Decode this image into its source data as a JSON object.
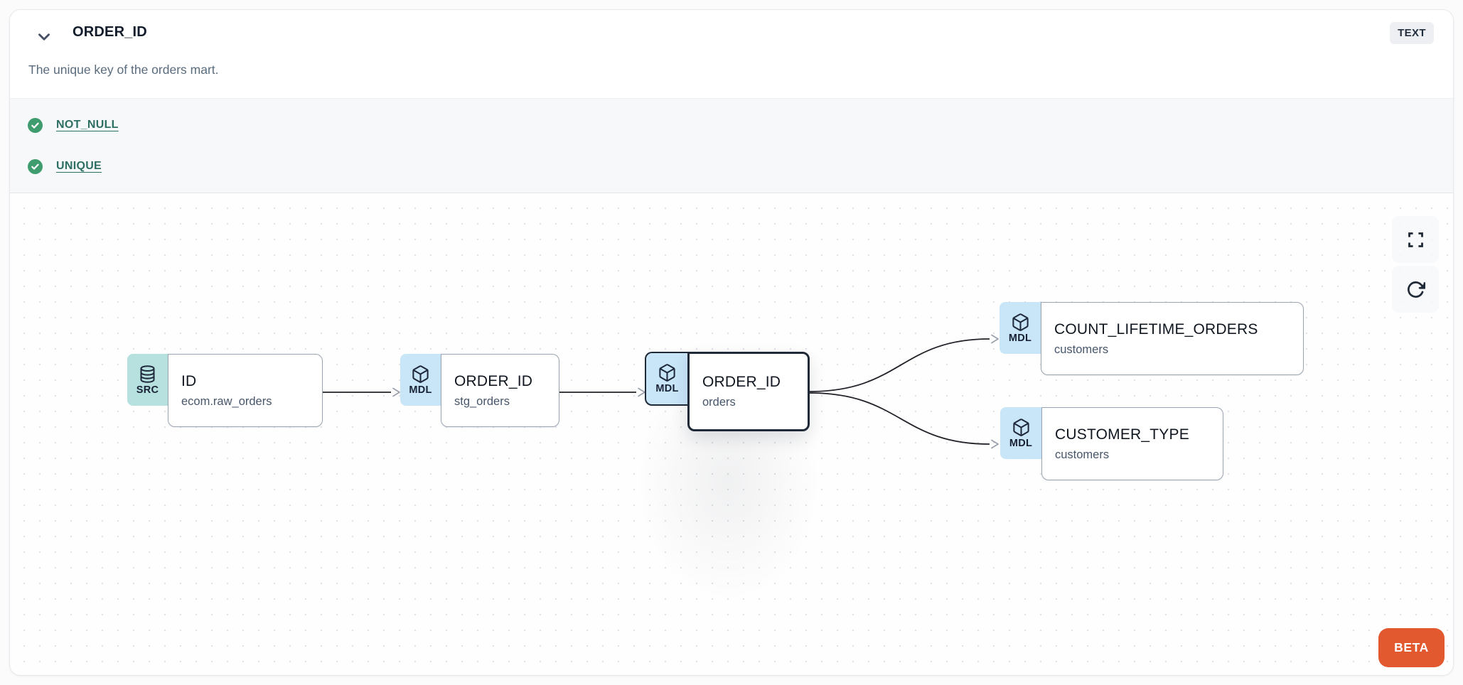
{
  "header": {
    "title": "ORDER_ID",
    "type_badge": "TEXT",
    "description": "The unique key of the orders mart."
  },
  "tests": {
    "items": [
      {
        "label": "NOT_NULL",
        "status": "passed"
      },
      {
        "label": "UNIQUE",
        "status": "passed"
      }
    ]
  },
  "lineage": {
    "nodes": [
      {
        "badge": "SRC",
        "icon": "database",
        "title": "ID",
        "subtitle": "ecom.raw_orders",
        "selected": false
      },
      {
        "badge": "MDL",
        "icon": "cube",
        "title": "ORDER_ID",
        "subtitle": "stg_orders",
        "selected": false
      },
      {
        "badge": "MDL",
        "icon": "cube",
        "title": "ORDER_ID",
        "subtitle": "orders",
        "selected": true
      },
      {
        "badge": "MDL",
        "icon": "cube",
        "title": "COUNT_LIFETIME_ORDERS",
        "subtitle": "customers",
        "selected": false
      },
      {
        "badge": "MDL",
        "icon": "cube",
        "title": "CUSTOMER_TYPE",
        "subtitle": "customers",
        "selected": false
      }
    ],
    "edges": [
      {
        "from": "ID ecom.raw_orders",
        "to": "ORDER_ID stg_orders"
      },
      {
        "from": "ORDER_ID stg_orders",
        "to": "ORDER_ID orders"
      },
      {
        "from": "ORDER_ID orders",
        "to": "COUNT_LIFETIME_ORDERS customers"
      },
      {
        "from": "ORDER_ID orders",
        "to": "CUSTOMER_TYPE customers"
      }
    ],
    "beta_label": "BETA"
  },
  "colors": {
    "accent_orange": "#e2582f",
    "test_pass_green": "#3f9c6e",
    "test_link_teal": "#2e6f64",
    "src_badge": "#b7e1df",
    "mdl_badge": "#c9e5f8",
    "selected_border": "#1f2937"
  }
}
